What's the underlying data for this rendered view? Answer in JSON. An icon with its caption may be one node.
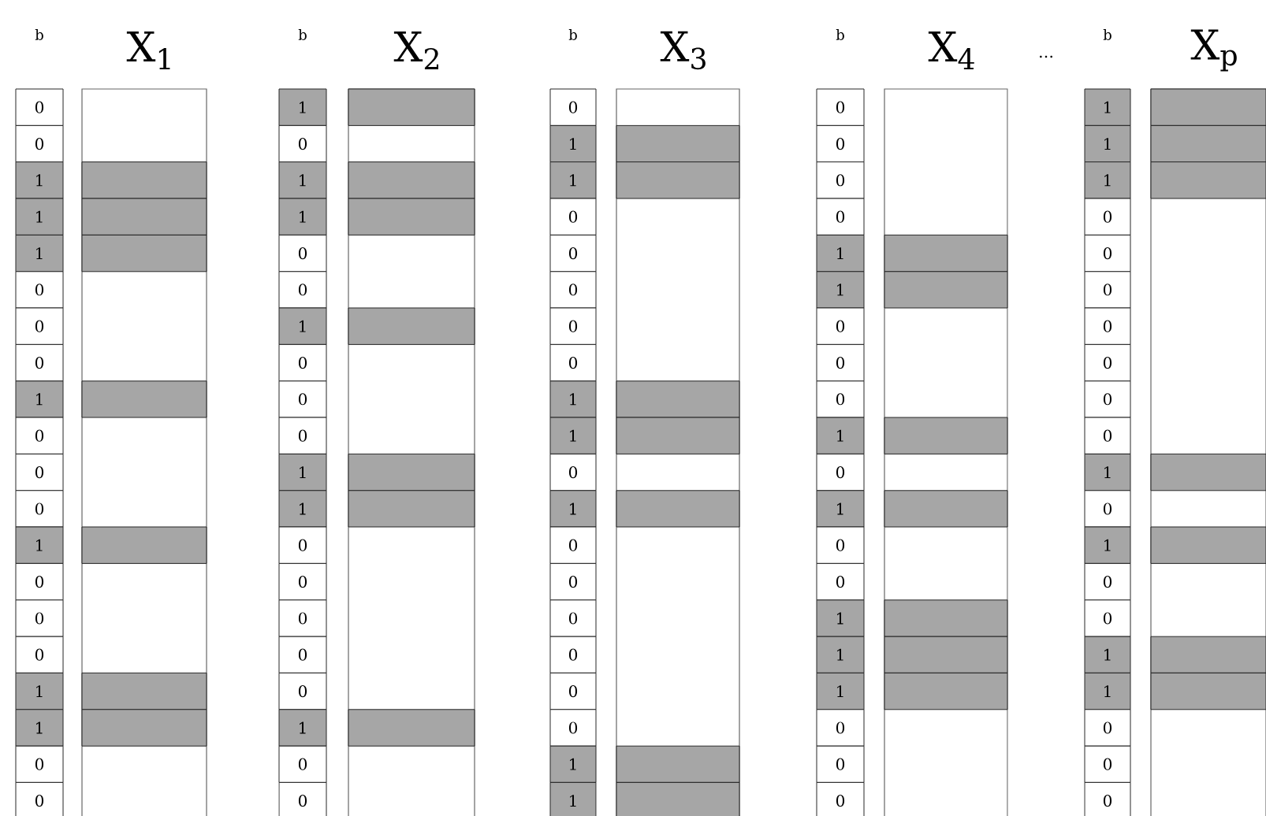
{
  "diagram": {
    "labels": [
      "b",
      "X$_{1}$",
      "b",
      "X$_{2}$",
      "b",
      "X$_{3}$",
      "b",
      "X$_{4}$",
      "…",
      "b",
      "X$_{p}$",
      "0",
      "1",
      "0",
      "0",
      "1",
      "0",
      "0",
      "1",
      "0",
      "1",
      "1",
      "1",
      "1",
      "0",
      "1",
      "1",
      "1",
      "0",
      "0",
      "0",
      "1",
      "0",
      "0",
      "1",
      "0",
      "0",
      "0",
      "0",
      "1",
      "0",
      "0",
      "1",
      "0",
      "0",
      "0",
      "0",
      "0",
      "0",
      "0",
      "0",
      "1",
      "0",
      "1",
      "0",
      "0",
      "0",
      "0",
      "1",
      "1",
      "0",
      "0",
      "1",
      "0",
      "0",
      "1",
      "0",
      "1",
      "1",
      "1",
      "0",
      "1",
      "0",
      "0",
      "0",
      "1",
      "0",
      "0",
      "0",
      "0",
      "0",
      "0",
      "0",
      "0",
      "1",
      "0",
      "0",
      "0",
      "0",
      "1",
      "1",
      "1",
      "0",
      "0",
      "1",
      "1",
      "1",
      "1",
      "0",
      "0",
      "0",
      "0",
      "0",
      "1",
      "0",
      "0",
      "0",
      "0",
      "1",
      "0",
      "0"
    ]
  }
}
